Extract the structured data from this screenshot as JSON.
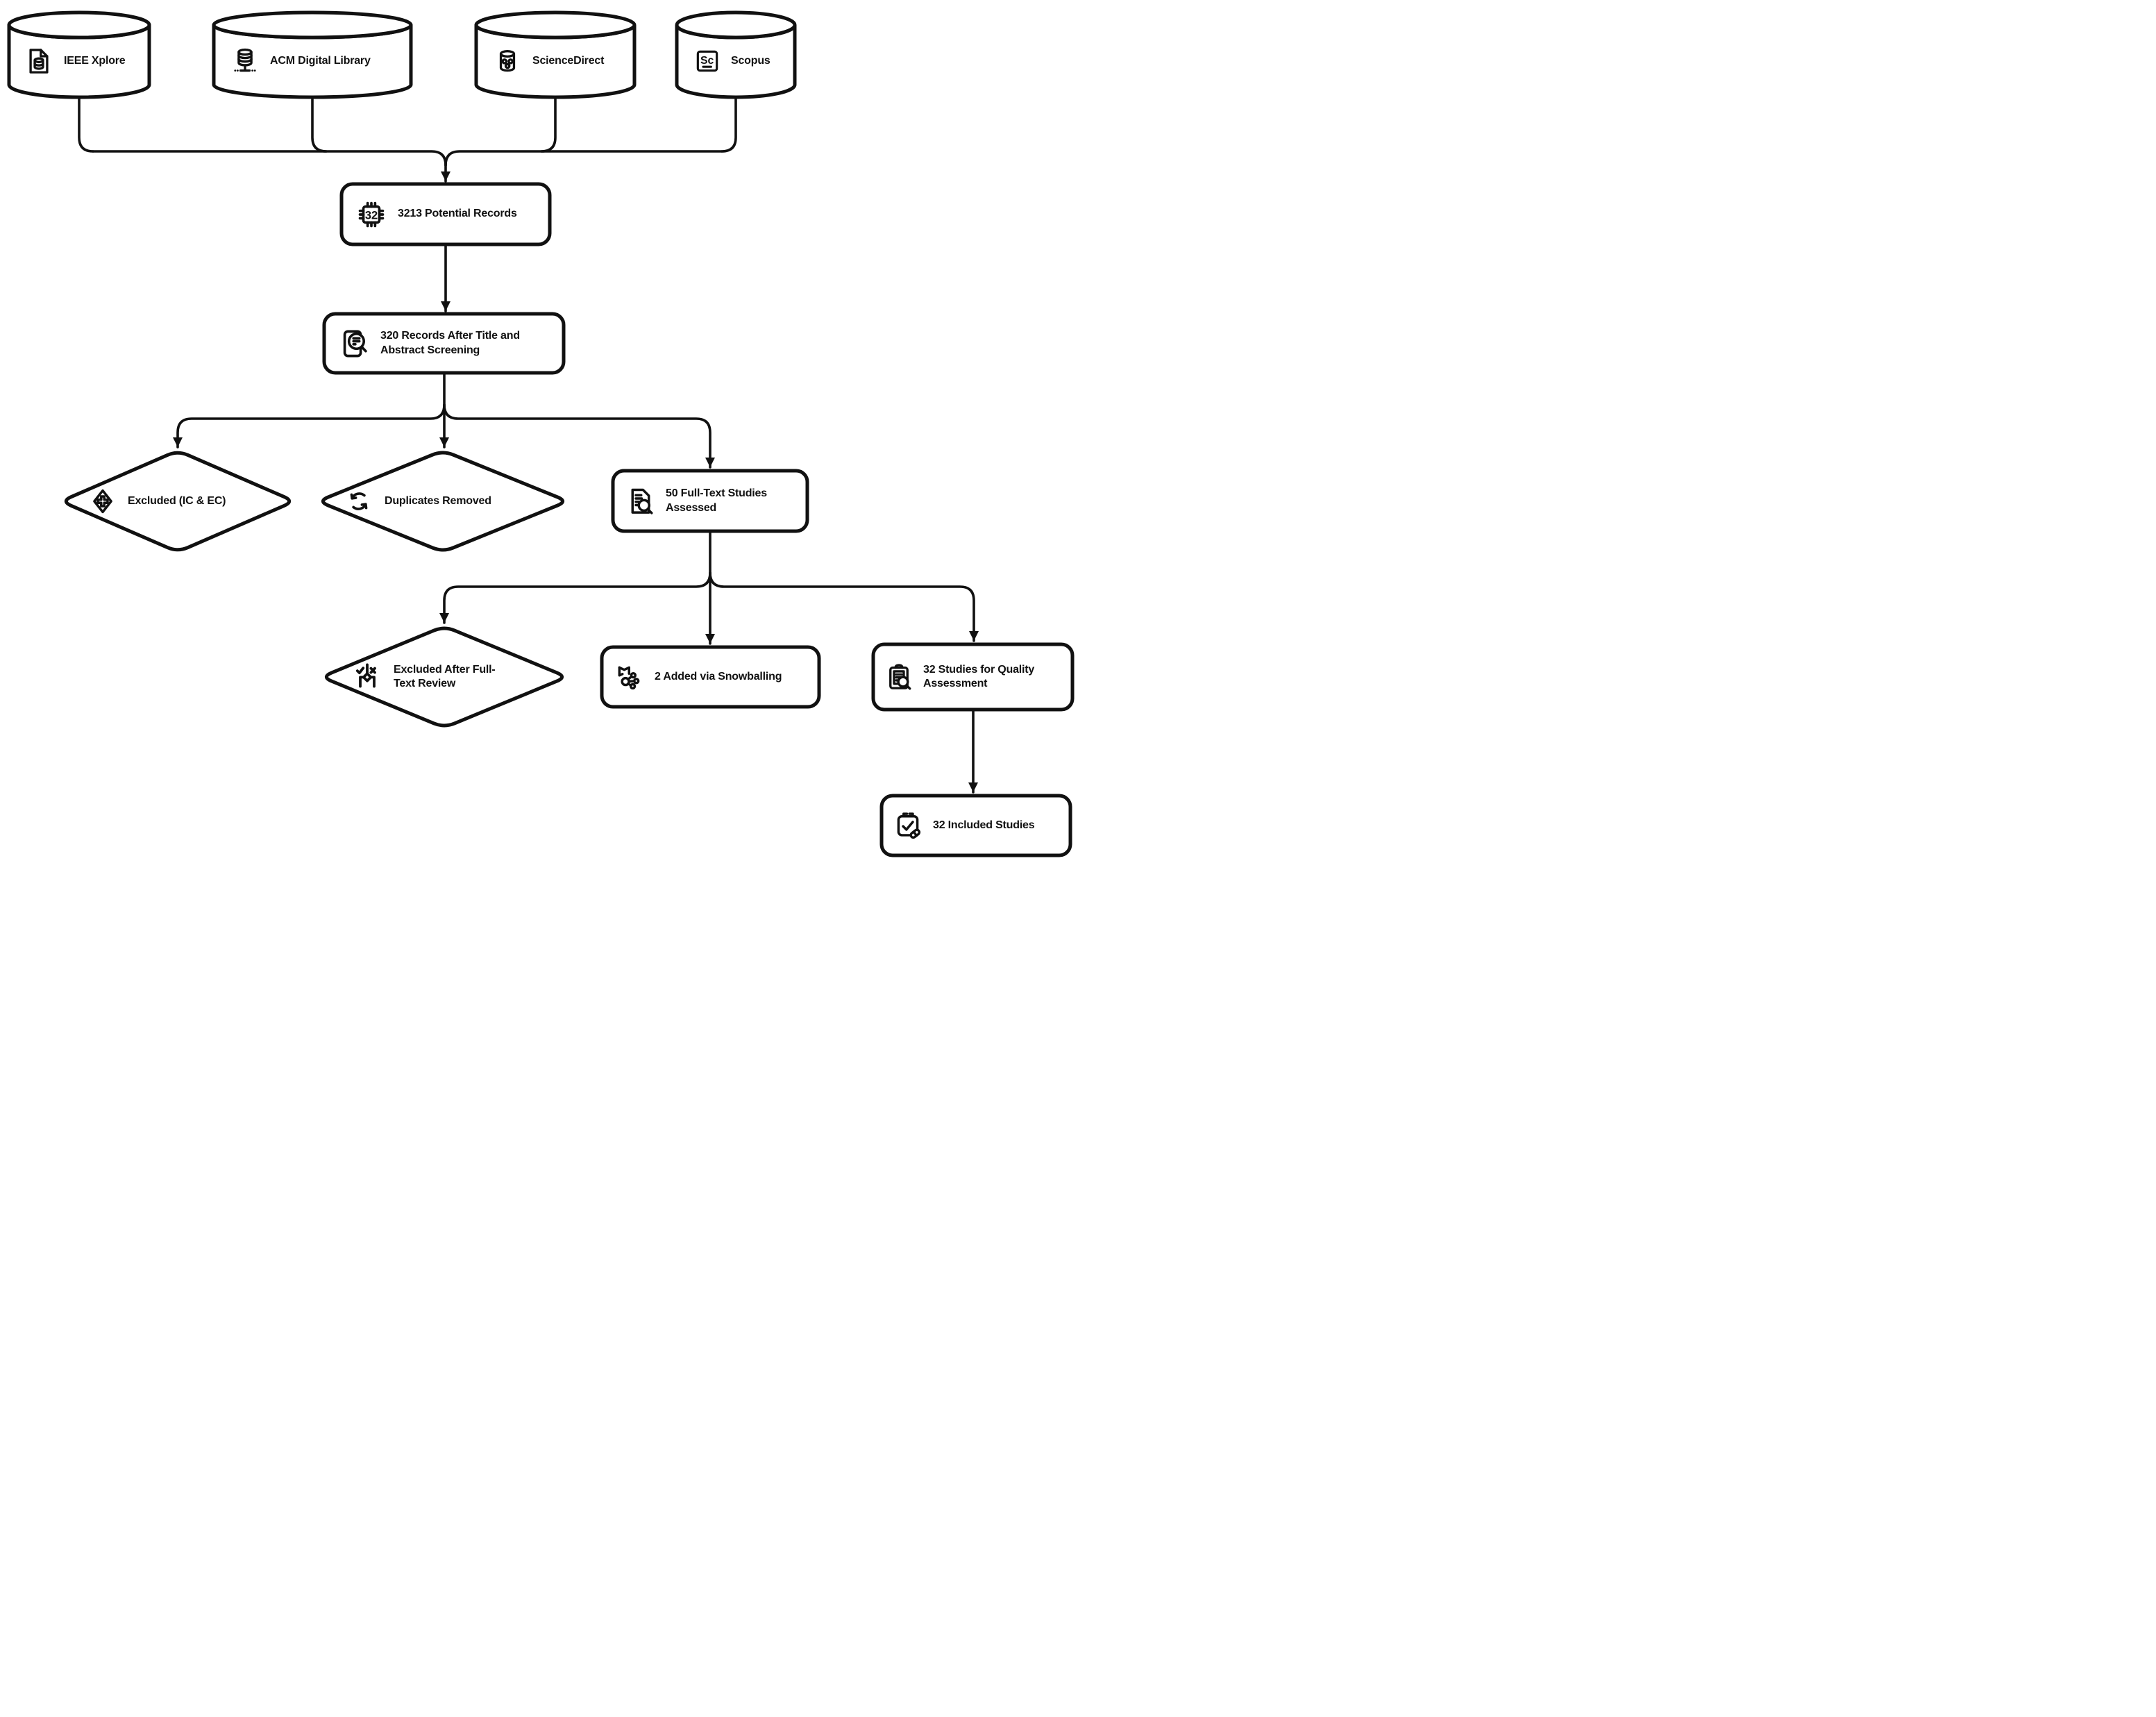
{
  "diagram": {
    "type": "flowchart",
    "colors": {
      "stroke": "#111111",
      "background": "#ffffff"
    },
    "sources": [
      {
        "label": "IEEE Xplore",
        "lines": [
          "IEEE Xplore"
        ],
        "icon": "document-database-icon"
      },
      {
        "label": "ACM Digital Library",
        "lines": [
          "ACM Digital Library"
        ],
        "icon": "database-network-icon"
      },
      {
        "label": "ScienceDirect",
        "lines": [
          "ScienceDirect"
        ],
        "icon": "database-share-icon"
      },
      {
        "label": "Scopus",
        "lines": [
          "Scopus"
        ],
        "icon": "scopus-badge-icon"
      }
    ],
    "nodes": {
      "potential": {
        "shape": "process",
        "count": 3213,
        "label": "3213 Potential Records",
        "lines": [
          "3213 Potential Records"
        ],
        "icon": "chip-icon"
      },
      "screened": {
        "shape": "process",
        "count": 320,
        "label": "320 Records After Title and Abstract Screening",
        "lines": [
          "320 Records After Title and",
          "Abstract Screening"
        ],
        "icon": "document-search-icon"
      },
      "excluded_ic_ec": {
        "shape": "decision",
        "label": "Excluded (IC & EC)",
        "lines": [
          "Excluded (IC & EC)"
        ],
        "icon": "plus-diamond-icon"
      },
      "duplicates_removed": {
        "shape": "decision",
        "label": "Duplicates Removed",
        "lines": [
          "Duplicates Removed"
        ],
        "icon": "refresh-icon"
      },
      "fulltext": {
        "shape": "process",
        "count": 50,
        "label": "50 Full-Text Studies Assessed",
        "lines": [
          "50 Full-Text Studies",
          "Assessed"
        ],
        "icon": "file-search-icon"
      },
      "excluded_fulltext": {
        "shape": "decision",
        "label": "Excluded After Full-Text Review",
        "lines": [
          "Excluded After Full-",
          "Text Review"
        ],
        "icon": "decision-check-x-icon"
      },
      "snowballing": {
        "shape": "process",
        "count": 2,
        "label": "2 Added via Snowballing",
        "lines": [
          "2 Added via Snowballing"
        ],
        "icon": "map-network-icon"
      },
      "quality": {
        "shape": "process",
        "count": 32,
        "label": "32 Studies for Quality Assessment",
        "lines": [
          "32 Studies for Quality",
          "Assessment"
        ],
        "icon": "clipboard-search-icon"
      },
      "included": {
        "shape": "process",
        "count": 32,
        "label": "32 Included Studies",
        "lines": [
          "32 Included Studies"
        ],
        "icon": "calendar-check-pill-icon"
      }
    },
    "icons": {
      "chip_glyph": "32",
      "scopus_glyph": "Sc"
    },
    "edges": [
      {
        "from": "IEEE Xplore",
        "to": "3213 Potential Records"
      },
      {
        "from": "ACM Digital Library",
        "to": "3213 Potential Records"
      },
      {
        "from": "ScienceDirect",
        "to": "3213 Potential Records"
      },
      {
        "from": "Scopus",
        "to": "3213 Potential Records"
      },
      {
        "from": "3213 Potential Records",
        "to": "320 Records After Title and Abstract Screening"
      },
      {
        "from": "320 Records After Title and Abstract Screening",
        "to": "Excluded (IC & EC)"
      },
      {
        "from": "320 Records After Title and Abstract Screening",
        "to": "Duplicates Removed"
      },
      {
        "from": "320 Records After Title and Abstract Screening",
        "to": "50 Full-Text Studies Assessed"
      },
      {
        "from": "50 Full-Text Studies Assessed",
        "to": "Excluded After Full-Text Review"
      },
      {
        "from": "50 Full-Text Studies Assessed",
        "to": "2 Added via Snowballing"
      },
      {
        "from": "50 Full-Text Studies Assessed",
        "to": "32 Studies for Quality Assessment"
      },
      {
        "from": "32 Studies for Quality Assessment",
        "to": "32 Included Studies"
      }
    ]
  }
}
